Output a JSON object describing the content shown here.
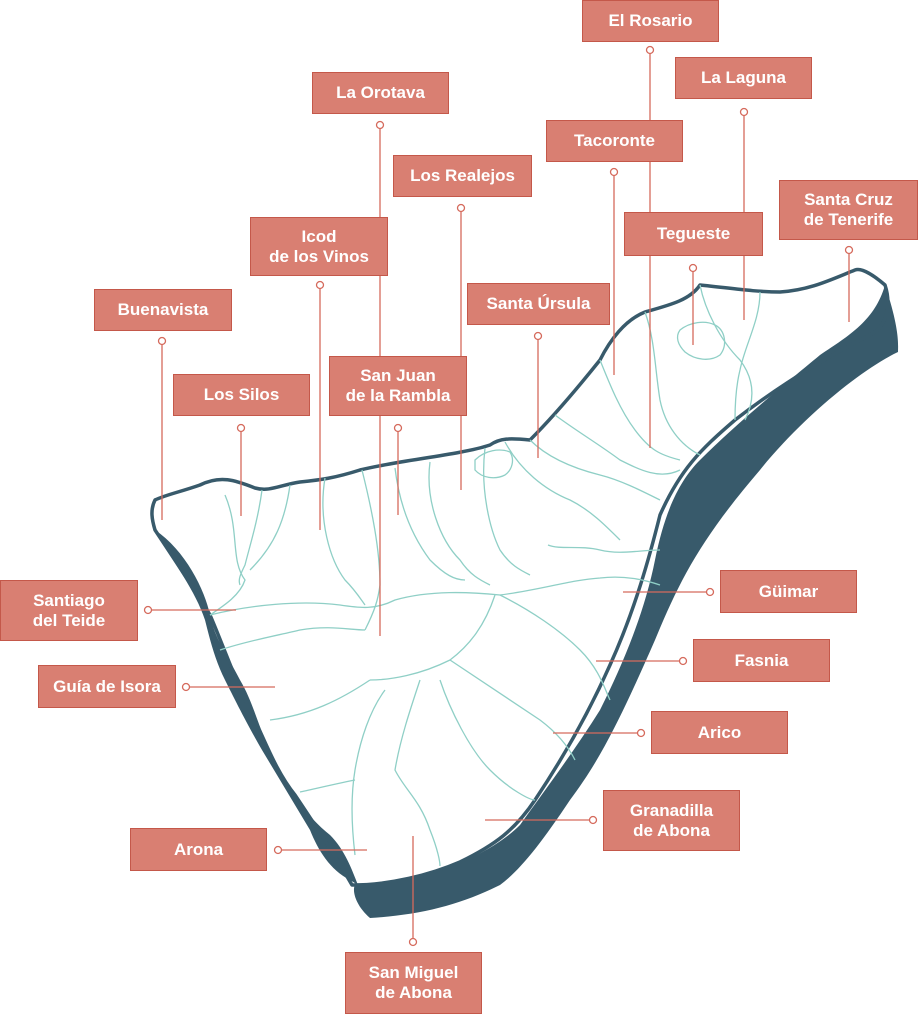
{
  "municipalities": [
    {
      "id": "el-rosario",
      "name": "El Rosario"
    },
    {
      "id": "la-orotava",
      "name": "La Orotava"
    },
    {
      "id": "la-laguna",
      "name": "La Laguna"
    },
    {
      "id": "tacoronte",
      "name": "Tacoronte"
    },
    {
      "id": "los-realejos",
      "name": "Los Realejos"
    },
    {
      "id": "santa-cruz",
      "name_lines": [
        "Santa Cruz",
        "de Tenerife"
      ]
    },
    {
      "id": "icod",
      "name_lines": [
        "Icod",
        "de los Vinos"
      ]
    },
    {
      "id": "tegueste",
      "name": "Tegueste"
    },
    {
      "id": "santa-ursula",
      "name": "Santa Úrsula"
    },
    {
      "id": "buenavista",
      "name": "Buenavista"
    },
    {
      "id": "san-juan",
      "name_lines": [
        "San Juan",
        "de la Rambla"
      ]
    },
    {
      "id": "los-silos",
      "name": "Los Silos"
    },
    {
      "id": "santiago",
      "name_lines": [
        "Santiago",
        "del Teide"
      ]
    },
    {
      "id": "guimar",
      "name": "Güimar"
    },
    {
      "id": "fasnia",
      "name": "Fasnia"
    },
    {
      "id": "guia",
      "name": "Guía de Isora"
    },
    {
      "id": "arico",
      "name": "Arico"
    },
    {
      "id": "granadilla",
      "name_lines": [
        "Granadilla",
        "de Abona"
      ]
    },
    {
      "id": "arona",
      "name": "Arona"
    },
    {
      "id": "san-miguel",
      "name_lines": [
        "San Miguel",
        "de Abona"
      ]
    }
  ],
  "colors": {
    "label_fill": "#d97f72",
    "label_border": "#c4584a",
    "leader_line": "#d56a5c",
    "island_outline": "#385a6b",
    "borders": "#8fcfc6"
  }
}
